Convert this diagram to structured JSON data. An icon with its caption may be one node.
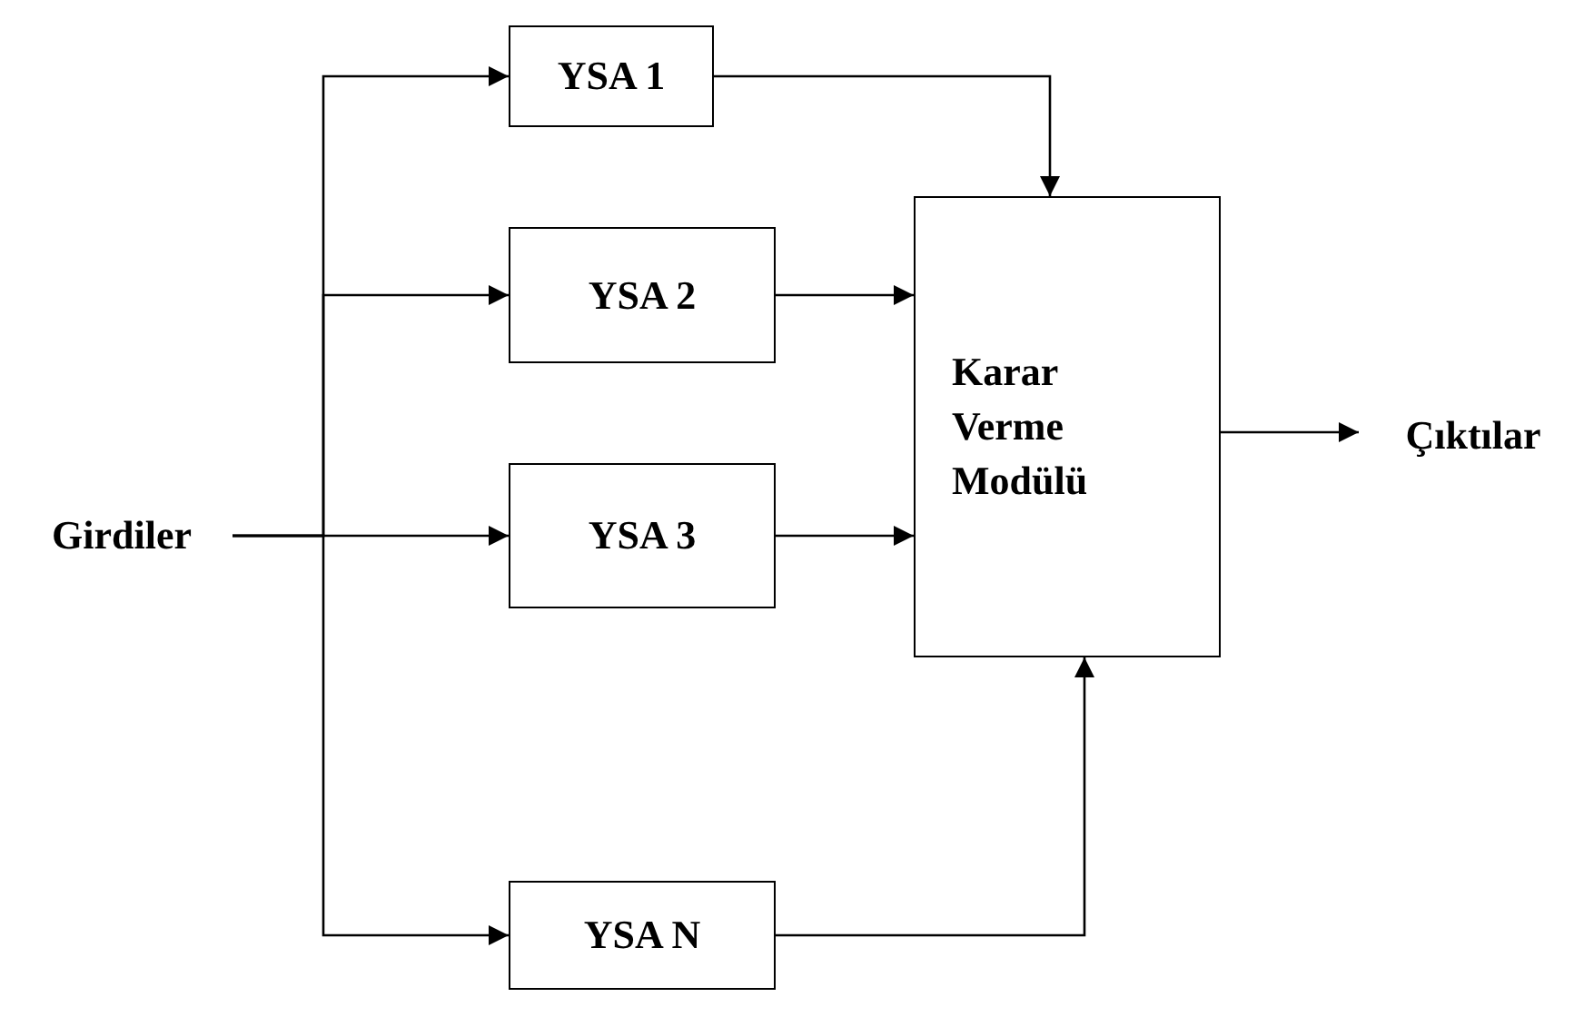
{
  "diagram": {
    "nodes": [
      {
        "text": [
          "Girdiler"
        ]
      },
      {
        "text": [
          "YSA 1"
        ]
      },
      {
        "text": [
          "YSA 2"
        ]
      },
      {
        "text": [
          "YSA 3"
        ]
      },
      {
        "text": [
          "YSA N"
        ]
      },
      {
        "text": [
          "Karar Verme Modülü"
        ]
      },
      {
        "text": [
          "Çıktılar"
        ]
      }
    ],
    "edges": [
      {
        "from": 0,
        "to": 1,
        "arrow": "to"
      },
      {
        "from": 0,
        "to": 2,
        "arrow": "to"
      },
      {
        "from": 0,
        "to": 3,
        "arrow": "to"
      },
      {
        "from": 0,
        "to": 4,
        "arrow": "to"
      },
      {
        "from": 1,
        "to": 5,
        "arrow": "to"
      },
      {
        "from": 2,
        "to": 5,
        "arrow": "to"
      },
      {
        "from": 3,
        "to": 5,
        "arrow": "to"
      },
      {
        "from": 4,
        "to": 5,
        "arrow": "to"
      },
      {
        "from": 5,
        "to": 6,
        "arrow": "to"
      }
    ]
  }
}
